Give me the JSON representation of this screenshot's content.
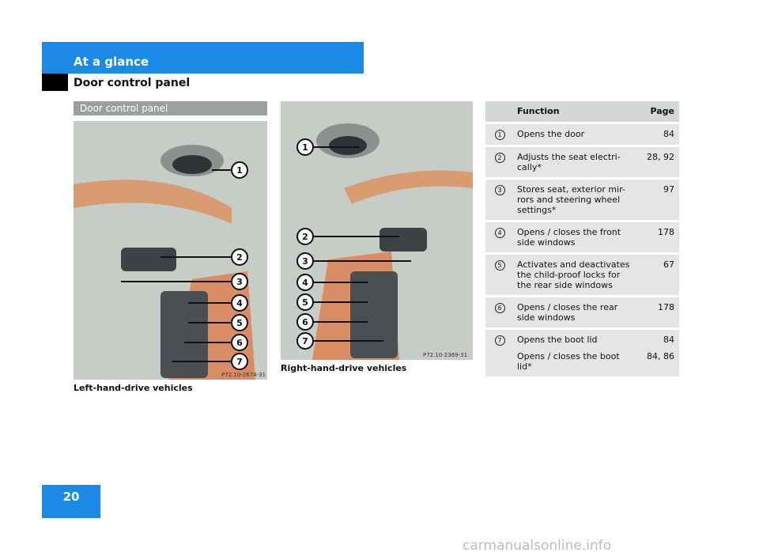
{
  "header": {
    "title": "At a glance",
    "subtitle": "Door control panel"
  },
  "section_tag": "Door control panel",
  "left_photo": {
    "caption": "Left-hand-drive vehicles",
    "code": "P72.10-2674-31"
  },
  "right_photo": {
    "caption": "Right-hand-drive vehicles",
    "code": "P72.10-2369-31"
  },
  "table": {
    "headers": {
      "function": "Function",
      "page": "Page"
    },
    "rows": [
      {
        "num": "1",
        "function": "Opens the door",
        "page": "84"
      },
      {
        "num": "2",
        "function": "Adjusts the seat electri-\ncally*",
        "page": "28, 92"
      },
      {
        "num": "3",
        "function": "Stores seat, exterior mir-\nrors and steering wheel\nsettings*",
        "page": "97"
      },
      {
        "num": "4",
        "function": "Opens / closes the front\nside windows",
        "page": "178"
      },
      {
        "num": "5",
        "function": "Activates and deactivates\nthe child-proof locks for\nthe rear side windows",
        "page": "67"
      },
      {
        "num": "6",
        "function": "Opens / closes the rear\nside windows",
        "page": "178"
      },
      {
        "num": "7",
        "function": "Opens the boot lid",
        "page": "84",
        "function2": "Opens / closes the boot\nlid*",
        "page2": "84, 86"
      }
    ]
  },
  "page_number": "20",
  "watermark": "carmanualsonline.info"
}
